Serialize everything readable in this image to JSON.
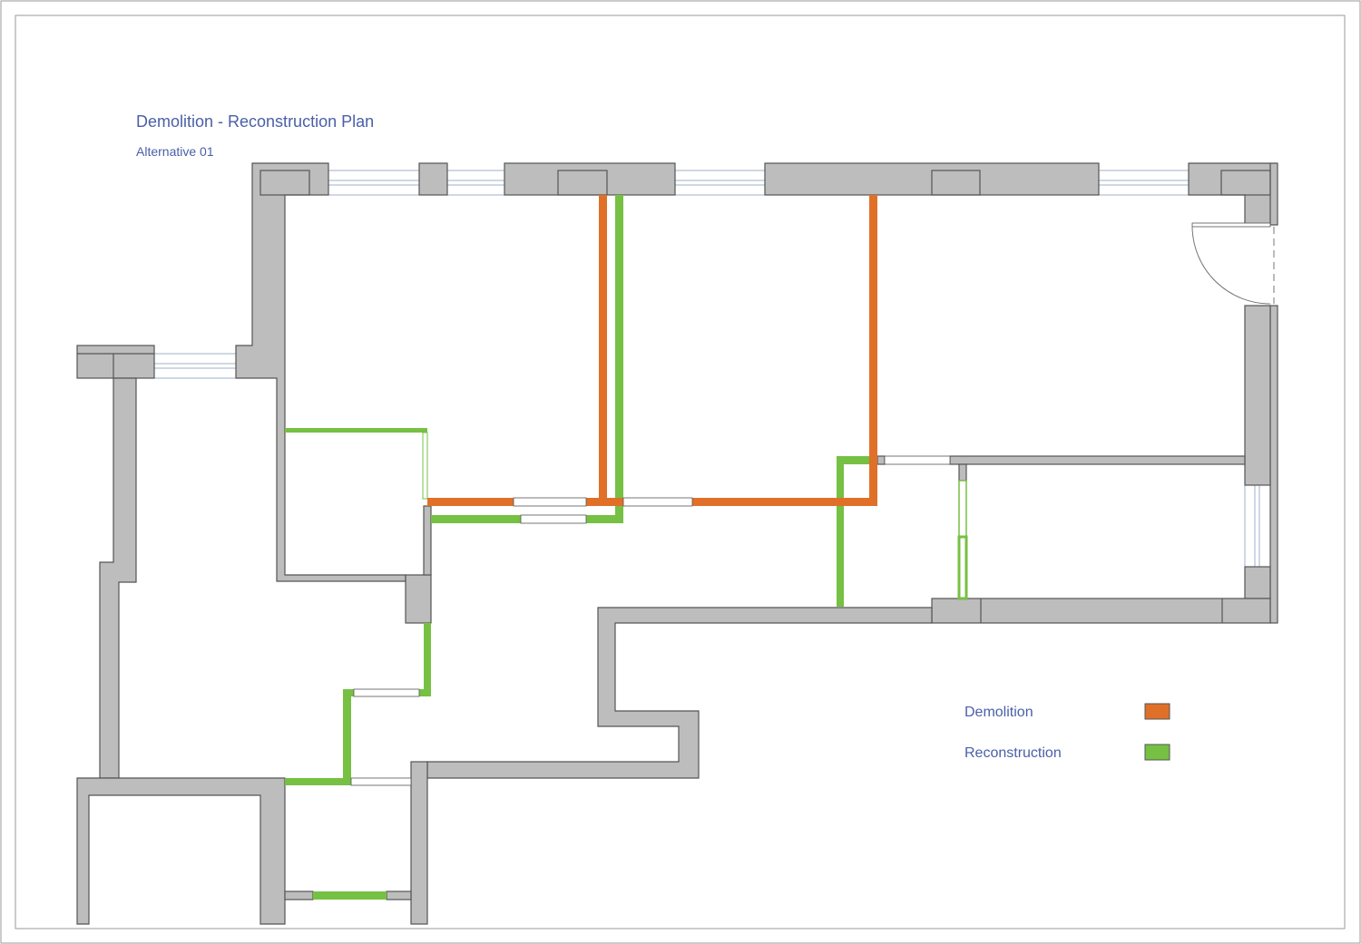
{
  "title": "Demolition - Reconstruction Plan",
  "subtitle": "Alternative 01",
  "legend": [
    {
      "label": "Demolition",
      "color": "#e07028"
    },
    {
      "label": "Reconstruction",
      "color": "#76c043"
    }
  ],
  "colors": {
    "wall": "#bdbdbd",
    "demolition": "#e07028",
    "reconstruction": "#76c043",
    "text": "#4a5fa8"
  }
}
